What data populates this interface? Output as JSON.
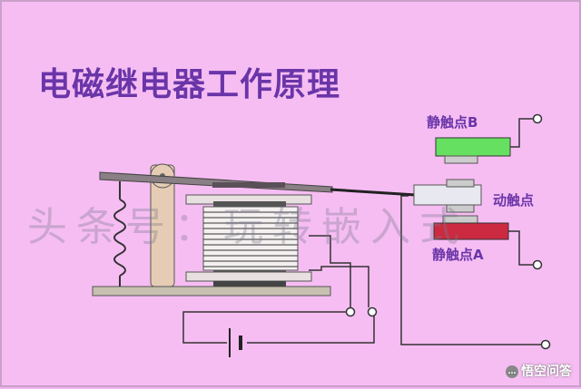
{
  "title": "电磁继电器工作原理",
  "watermark": "头条号：玩转嵌入式",
  "labels": {
    "static_b": "静触点B",
    "moving": "动触点",
    "static_a": "静触点A"
  },
  "brand": {
    "icon": "chat-bubble-icon",
    "text": "悟空问答"
  },
  "colors": {
    "background": "#f6bdf3",
    "title": "#6a35a8",
    "contact_b": "#66e060",
    "contact_a": "#cc2a40",
    "armature": "#8a7f85"
  }
}
